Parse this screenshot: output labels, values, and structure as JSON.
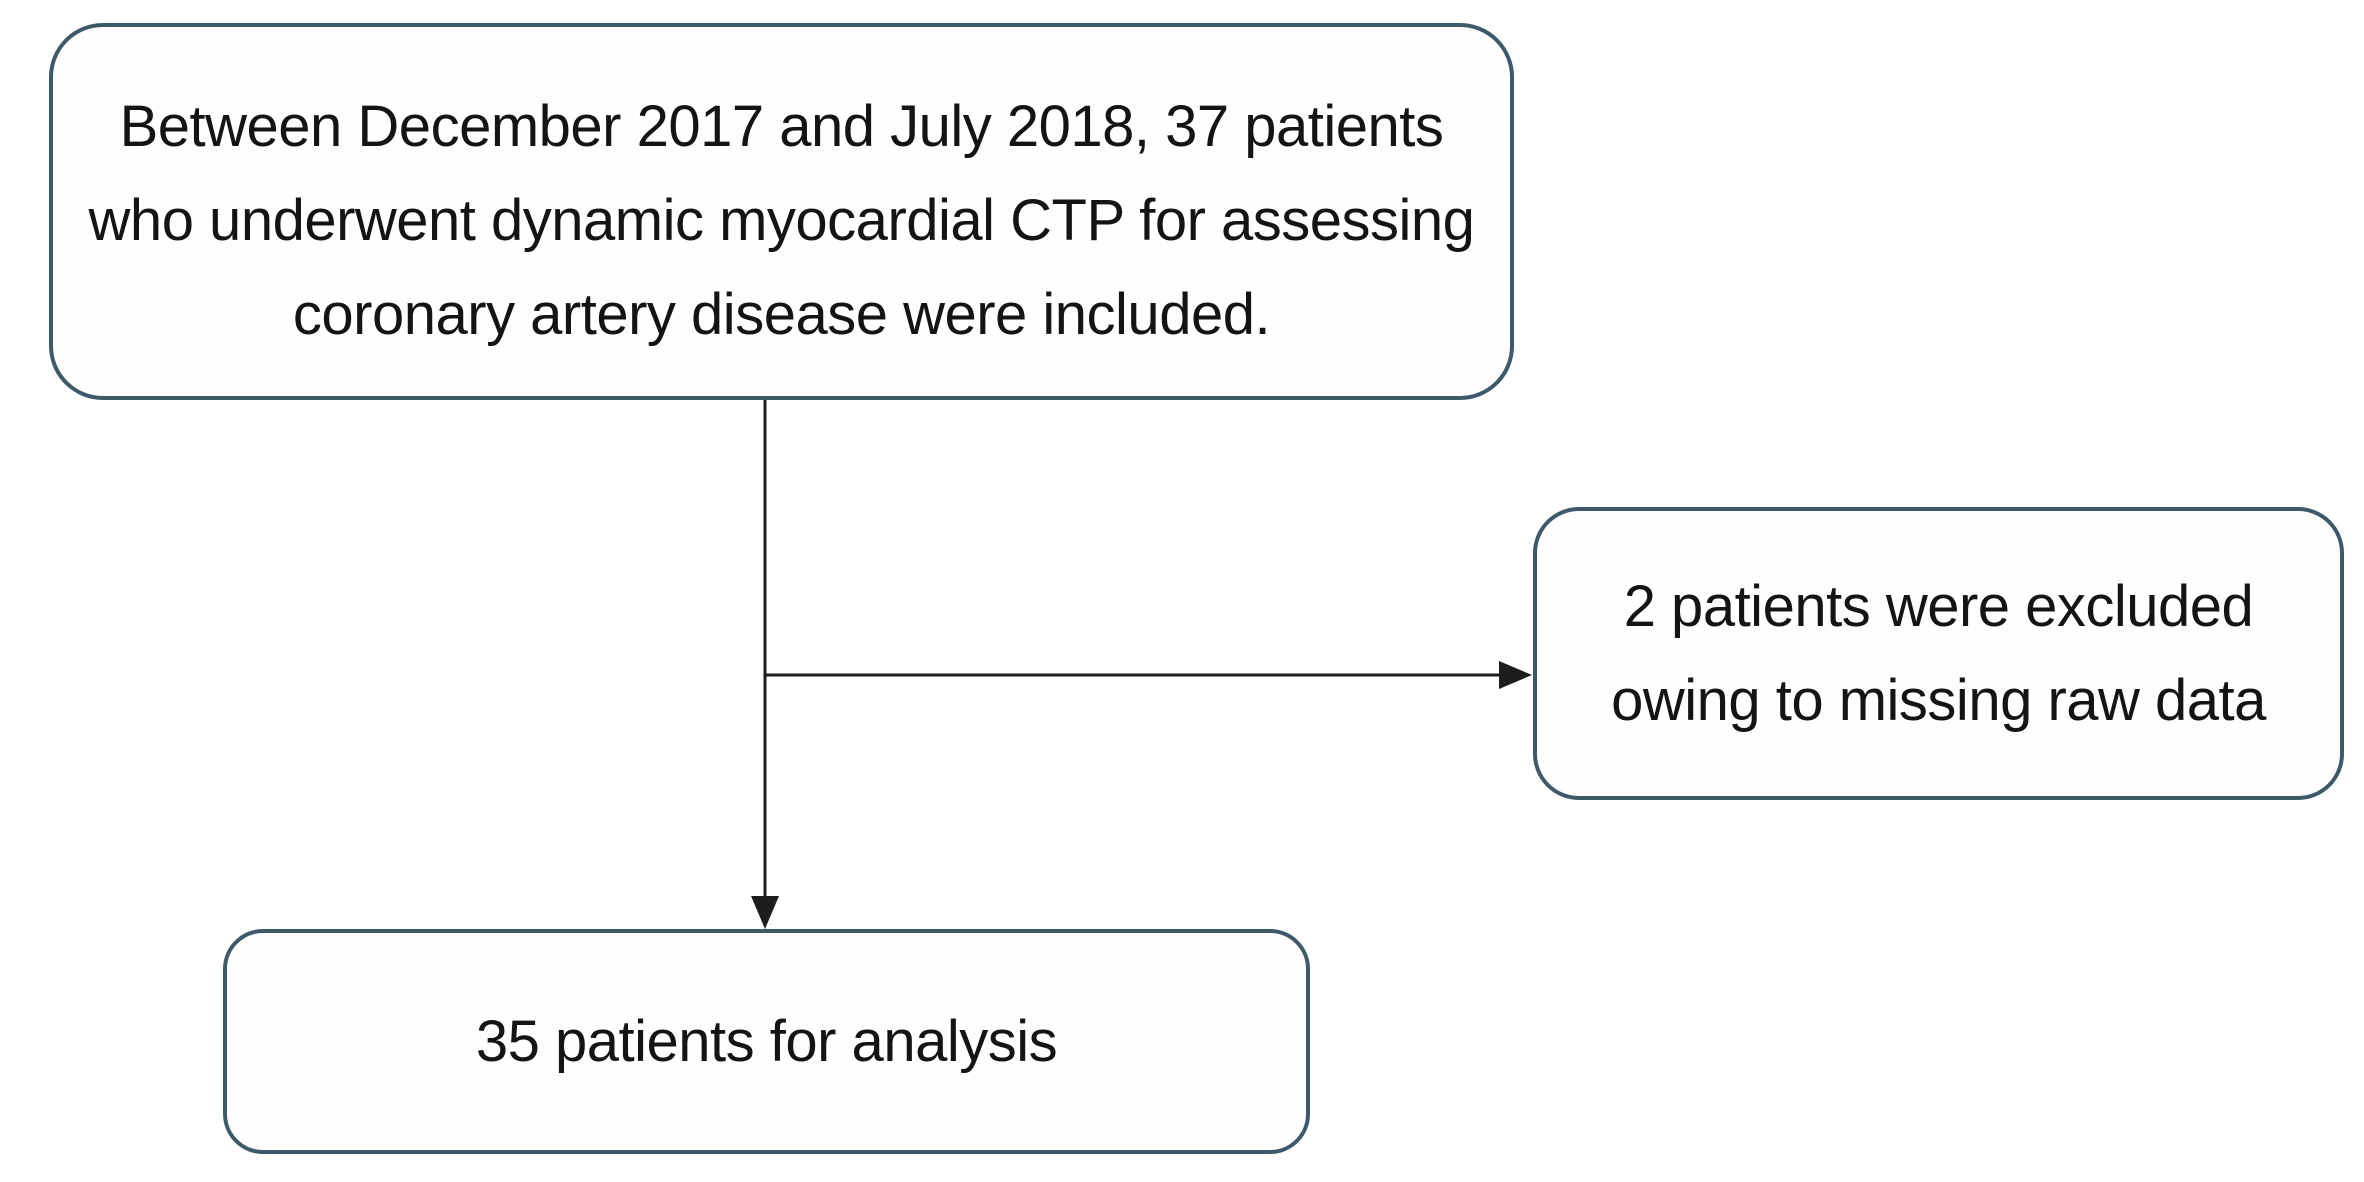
{
  "theme": {
    "background": "#ffffff",
    "box_border": "#3d5a6b",
    "box_fill": "#fffefd",
    "text_color": "#141414",
    "arrow_color": "#1d1d1d"
  },
  "nodes": {
    "included": {
      "lines": [
        "Between December 2017 and July 2018, 37 patients",
        "who underwent dynamic myocardial CTP for assessing",
        "coronary artery disease were included."
      ]
    },
    "excluded": {
      "lines": [
        "2 patients were excluded",
        "owing to missing raw data"
      ]
    },
    "analysis": {
      "lines": [
        "35 patients for analysis"
      ]
    }
  }
}
